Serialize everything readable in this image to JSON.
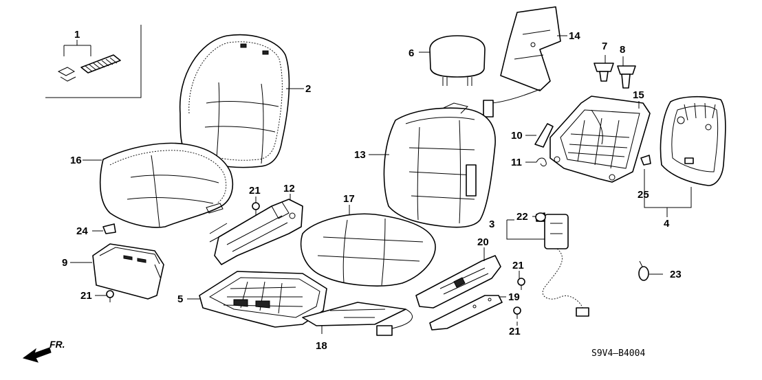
{
  "labels": {
    "n1": "1",
    "n2": "2",
    "n3": "3",
    "n4": "4",
    "n5": "5",
    "n6": "6",
    "n7": "7",
    "n8": "8",
    "n9": "9",
    "n10": "10",
    "n11": "11",
    "n12": "12",
    "n13": "13",
    "n14": "14",
    "n15": "15",
    "n16": "16",
    "n17": "17",
    "n18": "18",
    "n19": "19",
    "n20": "20",
    "n21a": "21",
    "n21b": "21",
    "n21c": "21",
    "n21d": "21",
    "n22": "22",
    "n23": "23",
    "n24": "24",
    "n25": "25"
  },
  "diagram_code": "S9V4—B4004",
  "front_indicator": "FR."
}
